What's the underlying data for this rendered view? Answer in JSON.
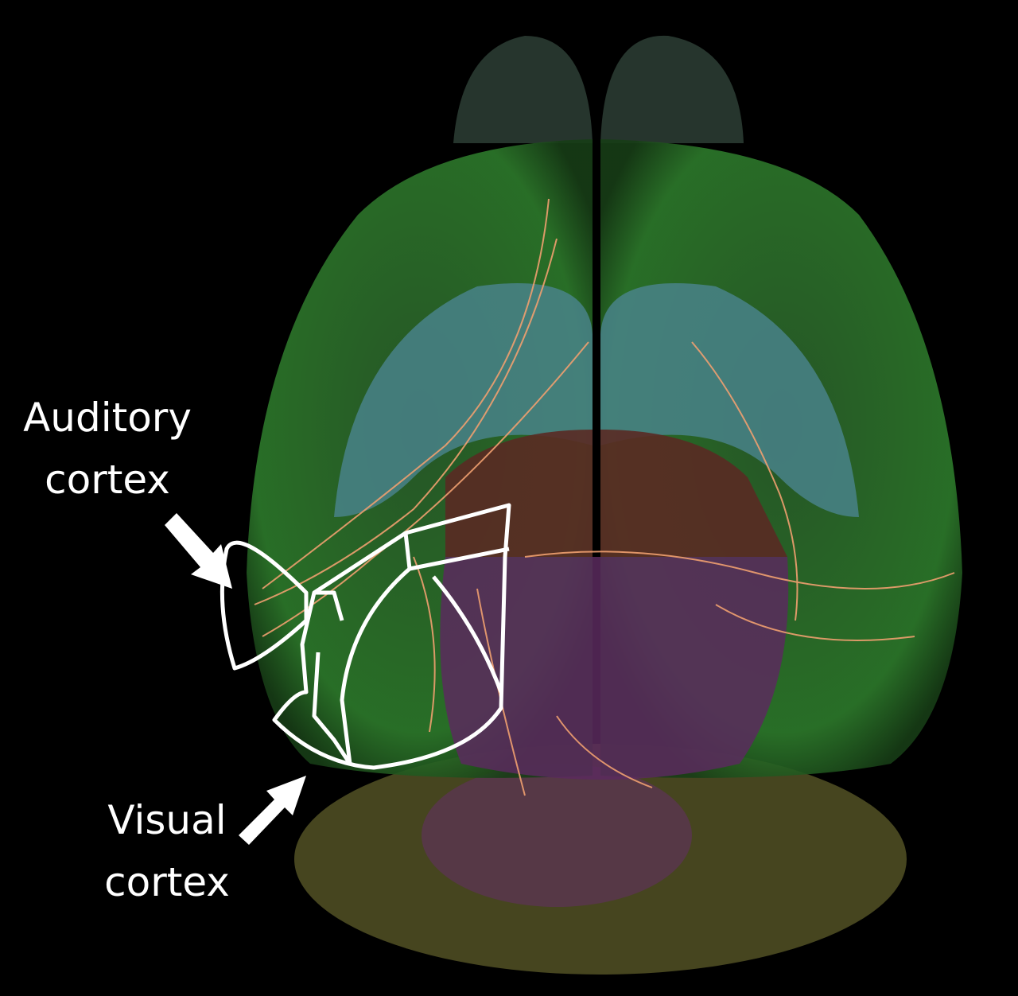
{
  "annotations": {
    "auditory": {
      "line1": "Auditory",
      "line2": "cortex"
    },
    "visual": {
      "line1": "Visual",
      "line2": "cortex"
    }
  },
  "colors": {
    "background": "#000000",
    "cortex": "#2f7a2c",
    "olfactory_bulb": "#24352c",
    "cerebellum": "#4d4a22",
    "hippocampus": "#4a7f88",
    "thalamus": "#5a2a24",
    "midbrain": "#5b2a5e",
    "axons": "#f0a070",
    "outline": "#ffffff"
  }
}
